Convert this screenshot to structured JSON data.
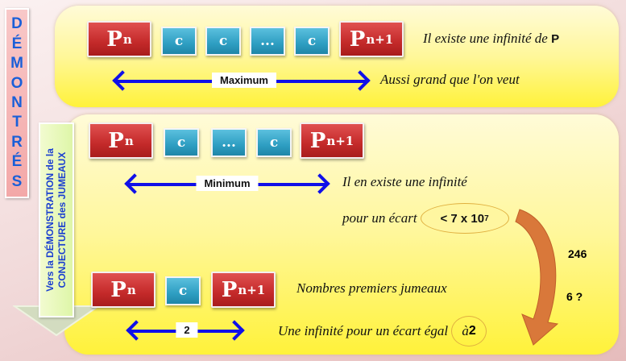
{
  "side_label": {
    "letters": [
      "D",
      "É",
      "M",
      "O",
      "N",
      "T",
      "R",
      "É",
      "S"
    ]
  },
  "vertical_banner": {
    "line1": "Vers la DÉMONSTRATION de la",
    "line2": "CONJECTURE des JUMEAUX"
  },
  "boxes": {
    "prime": "P",
    "sub_n": "n",
    "sub_n1": "n+1",
    "composite": "c",
    "ellipsis": "..."
  },
  "top": {
    "statement": "Il existe une infinité de ",
    "statement_bold": "P",
    "arrow_label": "Maximum",
    "arrow_text": "Aussi grand que l'on veut"
  },
  "middle": {
    "arrow_label": "Minimum",
    "line1": "Il en existe une infinité",
    "line2": "pour un écart",
    "bound": "< 7 x 10",
    "bound_exp": "7"
  },
  "steps": {
    "first": "246",
    "second": "6 ?"
  },
  "bottom": {
    "title": "Nombres premiers jumeaux",
    "arrow_label": "2",
    "line": "Une infinité pour un écart égal",
    "tail": "à ",
    "tail_bold": "2"
  },
  "colors": {
    "prime": "#c42a2a",
    "composite": "#2e9ec2",
    "arrow": "#1010e8",
    "curve": "#d9783a"
  }
}
